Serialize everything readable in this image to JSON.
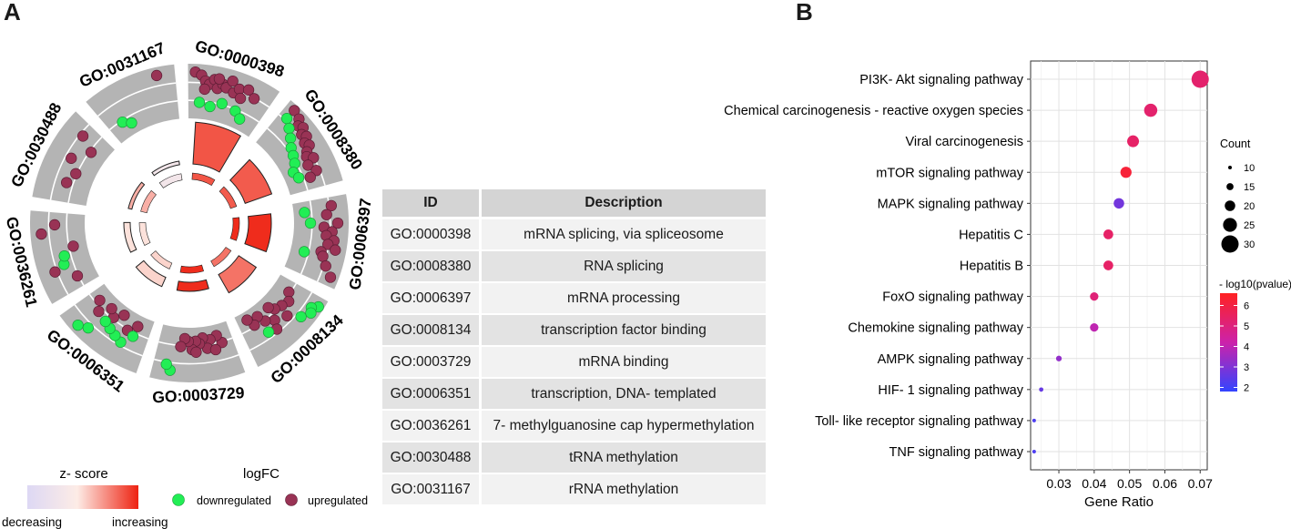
{
  "panels": {
    "a": "A",
    "b": "B"
  },
  "colors": {
    "down": "#22ee55",
    "up": "#993355",
    "ring": "#b4b4b4",
    "grid": "#e6e6e6"
  },
  "circos": {
    "sectors": [
      {
        "id": "GO:0000398",
        "zscore_level": 0.75,
        "bar_height": 0.92,
        "down": [
          [
            0.15,
            0.3
          ],
          [
            0.3,
            0.25
          ],
          [
            0.45,
            0.35
          ],
          [
            0.65,
            0.3
          ],
          [
            0.75,
            0.2
          ]
        ],
        "up": [
          [
            0.08,
            0.85
          ],
          [
            0.15,
            0.8
          ],
          [
            0.2,
            0.7
          ],
          [
            0.25,
            0.65
          ],
          [
            0.3,
            0.75
          ],
          [
            0.35,
            0.6
          ],
          [
            0.4,
            0.7
          ],
          [
            0.45,
            0.65
          ],
          [
            0.5,
            0.8
          ],
          [
            0.55,
            0.6
          ],
          [
            0.6,
            0.7
          ],
          [
            0.7,
            0.75
          ],
          [
            0.8,
            0.65
          ],
          [
            0.2,
            0.55
          ],
          [
            0.35,
            0.78
          ],
          [
            0.65,
            0.55
          ]
        ]
      },
      {
        "id": "GO:0008380",
        "zscore_level": 0.72,
        "bar_height": 0.62,
        "down": [
          [
            0.1,
            0.7
          ],
          [
            0.2,
            0.6
          ],
          [
            0.3,
            0.5
          ],
          [
            0.4,
            0.4
          ],
          [
            0.5,
            0.35
          ],
          [
            0.6,
            0.3
          ],
          [
            0.7,
            0.2
          ],
          [
            0.8,
            0.25
          ]
        ],
        "up": [
          [
            0.1,
            0.9
          ],
          [
            0.2,
            0.85
          ],
          [
            0.25,
            0.75
          ],
          [
            0.3,
            0.8
          ],
          [
            0.35,
            0.7
          ],
          [
            0.4,
            0.75
          ],
          [
            0.45,
            0.65
          ],
          [
            0.5,
            0.7
          ],
          [
            0.55,
            0.6
          ],
          [
            0.6,
            0.55
          ],
          [
            0.65,
            0.65
          ],
          [
            0.7,
            0.5
          ],
          [
            0.8,
            0.6
          ],
          [
            0.85,
            0.45
          ]
        ]
      },
      {
        "id": "GO:0006397",
        "zscore_level": 0.95,
        "bar_height": 0.5,
        "down": [
          [
            0.15,
            0.2
          ],
          [
            0.3,
            0.3
          ],
          [
            0.7,
            0.25
          ]
        ],
        "up": [
          [
            0.1,
            0.7
          ],
          [
            0.2,
            0.6
          ],
          [
            0.3,
            0.8
          ],
          [
            0.35,
            0.55
          ],
          [
            0.4,
            0.7
          ],
          [
            0.45,
            0.6
          ],
          [
            0.5,
            0.75
          ],
          [
            0.55,
            0.65
          ],
          [
            0.6,
            0.8
          ],
          [
            0.65,
            0.55
          ],
          [
            0.7,
            0.6
          ],
          [
            0.8,
            0.7
          ],
          [
            0.9,
            0.85
          ]
        ]
      },
      {
        "id": "GO:0008134",
        "zscore_level": 0.6,
        "bar_height": 0.46,
        "down": [
          [
            0.1,
            0.9
          ],
          [
            0.15,
            0.8
          ],
          [
            0.2,
            0.85
          ],
          [
            0.3,
            0.75
          ],
          [
            0.7,
            0.55
          ]
        ],
        "up": [
          [
            0.15,
            0.3
          ],
          [
            0.25,
            0.4
          ],
          [
            0.35,
            0.35
          ],
          [
            0.45,
            0.3
          ],
          [
            0.5,
            0.2
          ],
          [
            0.55,
            0.45
          ],
          [
            0.65,
            0.35
          ],
          [
            0.7,
            0.2
          ],
          [
            0.8,
            0.3
          ],
          [
            0.85,
            0.15
          ],
          [
            0.6,
            0.6
          ],
          [
            0.4,
            0.55
          ]
        ]
      },
      {
        "id": "GO:0003729",
        "zscore_level": 0.95,
        "bar_height": 0.2,
        "down": [
          [
            0.8,
            0.8
          ],
          [
            0.85,
            0.7
          ]
        ],
        "up": [
          [
            0.15,
            0.35
          ],
          [
            0.2,
            0.2
          ],
          [
            0.3,
            0.25
          ],
          [
            0.35,
            0.4
          ],
          [
            0.4,
            0.2
          ],
          [
            0.45,
            0.3
          ],
          [
            0.5,
            0.25
          ],
          [
            0.55,
            0.4
          ],
          [
            0.6,
            0.25
          ],
          [
            0.65,
            0.2
          ],
          [
            0.7,
            0.35
          ],
          [
            0.25,
            0.45
          ],
          [
            0.5,
            0.45
          ]
        ]
      },
      {
        "id": "GO:0006351",
        "zscore_level": 0.12,
        "bar_height": 0.22,
        "down": [
          [
            0.2,
            0.4
          ],
          [
            0.3,
            0.6
          ],
          [
            0.4,
            0.55
          ],
          [
            0.5,
            0.5
          ],
          [
            0.6,
            0.45
          ],
          [
            0.7,
            0.75
          ],
          [
            0.8,
            0.85
          ]
        ],
        "up": [
          [
            0.2,
            0.2
          ],
          [
            0.3,
            0.35
          ],
          [
            0.45,
            0.15
          ],
          [
            0.55,
            0.3
          ],
          [
            0.65,
            0.2
          ],
          [
            0.75,
            0.4
          ],
          [
            0.85,
            0.25
          ]
        ]
      },
      {
        "id": "GO:0036261",
        "zscore_level": 0.05,
        "bar_height": 0.14,
        "down": [
          [
            0.35,
            0.5
          ],
          [
            0.45,
            0.45
          ]
        ],
        "up": [
          [
            0.15,
            0.35
          ],
          [
            0.3,
            0.7
          ],
          [
            0.55,
            0.25
          ],
          [
            0.75,
            0.8
          ],
          [
            0.85,
            0.55
          ]
        ]
      },
      {
        "id": "GO:0030488",
        "zscore_level": 0.3,
        "bar_height": 0.08,
        "down": [],
        "up": [
          [
            0.25,
            0.45
          ],
          [
            0.4,
            0.35
          ],
          [
            0.55,
            0.55
          ],
          [
            0.75,
            0.3
          ],
          [
            0.85,
            0.6
          ]
        ]
      },
      {
        "id": "GO:0031167",
        "zscore_level": -0.3,
        "bar_height": 0.08,
        "down": [
          [
            0.2,
            0.3
          ],
          [
            0.3,
            0.2
          ]
        ],
        "up": [
          [
            0.8,
            0.85
          ]
        ]
      }
    ]
  },
  "table": {
    "headers": [
      "ID",
      "Description"
    ],
    "rows": [
      [
        "GO:0000398",
        "mRNA splicing, via spliceosome"
      ],
      [
        "GO:0008380",
        "RNA splicing"
      ],
      [
        "GO:0006397",
        "mRNA processing"
      ],
      [
        "GO:0008134",
        "transcription factor binding"
      ],
      [
        "GO:0003729",
        "mRNA binding"
      ],
      [
        "GO:0006351",
        "transcription, DNA- templated"
      ],
      [
        "GO:0036261",
        "7- methylguanosine cap hypermethylation"
      ],
      [
        "GO:0030488",
        "tRNA methylation"
      ],
      [
        "GO:0031167",
        "rRNA methylation"
      ]
    ]
  },
  "legend_a": {
    "zscore_title": "z- score",
    "decreasing": "decreasing",
    "increasing": "increasing",
    "logfc_title": "logFC",
    "down_label": "downregulated",
    "up_label": "upregulated"
  },
  "chart_data": {
    "type": "scatter",
    "xlabel": "Gene Ratio",
    "xlim": [
      0.022,
      0.072
    ],
    "xticks": [
      0.03,
      0.04,
      0.05,
      0.06,
      0.07
    ],
    "xtick_labels": [
      "0.03",
      "0.04",
      "0.05",
      "0.06",
      "0.07"
    ],
    "categories": [
      "PI3K- Akt signaling pathway",
      "Chemical carcinogenesis -  reactive oxygen species",
      "Viral carcinogenesis",
      "mTOR signaling pathway",
      "MAPK signaling pathway",
      "Hepatitis C",
      "Hepatitis B",
      "FoxO signaling pathway",
      "Chemokine signaling pathway",
      "AMPK signaling pathway",
      "HIF- 1 signaling pathway",
      "Toll- like receptor signaling pathway",
      "TNF signaling pathway"
    ],
    "gene_ratio": [
      0.07,
      0.056,
      0.051,
      0.049,
      0.047,
      0.044,
      0.044,
      0.04,
      0.04,
      0.03,
      0.025,
      0.023,
      0.023
    ],
    "count": [
      30,
      24,
      22,
      21,
      20,
      19,
      19,
      17,
      17,
      13,
      11,
      10,
      10
    ],
    "neg_log10_pvalue": [
      5.3,
      5.3,
      5.4,
      6.2,
      2.8,
      5.4,
      5.4,
      5.1,
      4.0,
      3.3,
      2.6,
      2.2,
      2.2
    ],
    "size_legend": {
      "title": "Count",
      "values": [
        10,
        15,
        20,
        25,
        30
      ]
    },
    "color_legend": {
      "title": "- log10(pvalue)",
      "range": [
        1.8,
        6.6
      ],
      "ticks": [
        2,
        3,
        4,
        5,
        6
      ],
      "low_color": "#3344ff",
      "high_color": "#ff2222"
    },
    "grid": true,
    "legend_position": "right"
  }
}
